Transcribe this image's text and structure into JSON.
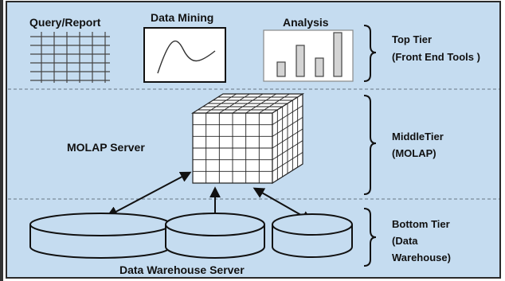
{
  "tools": {
    "query_report": "Query/Report",
    "data_mining": "Data Mining",
    "analysis": "Analysis"
  },
  "tiers": {
    "top": {
      "line1": "Top Tier",
      "line2": "(Front End Tools )"
    },
    "middle": {
      "line1": "MiddleTier",
      "line2": "(MOLAP)"
    },
    "bottom": {
      "line1": "Bottom Tier",
      "line2": "(Data",
      "line3": "Warehouse)"
    }
  },
  "molap_label": "MOLAP Server",
  "warehouse_label": "Data Warehouse Server",
  "colors": {
    "background": "#c5dcf0",
    "ink": "#111111",
    "panel_fill": "#ffffff",
    "bar_fill": "#d4d4d4",
    "divider": "#7a8a99"
  }
}
